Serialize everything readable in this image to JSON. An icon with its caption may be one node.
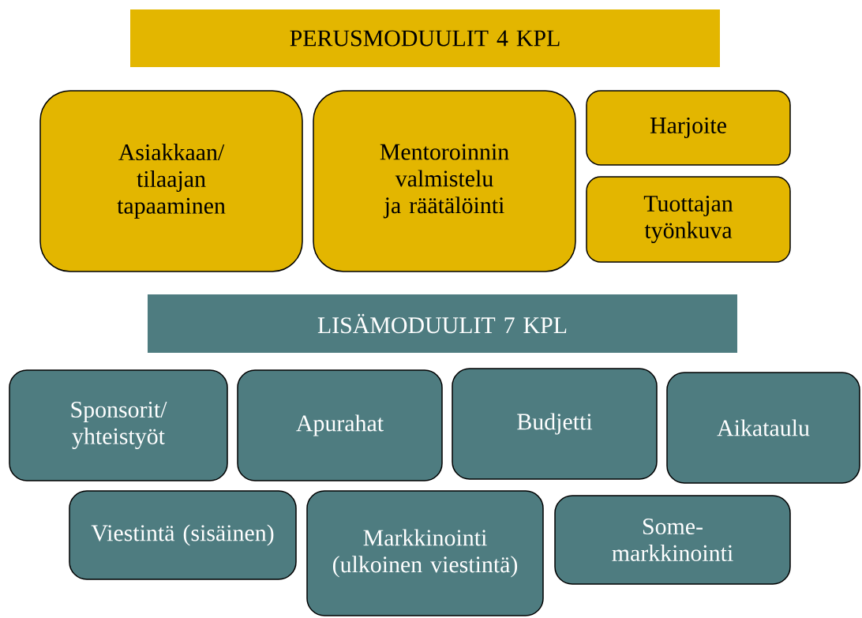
{
  "diagram": {
    "nodes": [
      {
        "text": [
          "PERUSMODUULIT 4 KPL"
        ]
      },
      {
        "text": [
          "Asiakkaan/ tilaajan tapaaminen"
        ]
      },
      {
        "text": [
          "Mentoroinnin valmistelu ja räätälöinti"
        ]
      },
      {
        "text": [
          "Harjoite"
        ]
      },
      {
        "text": [
          "Tuottajan työnkuva"
        ]
      },
      {
        "text": [
          "LISÄMODUULIT 7 KPL"
        ]
      },
      {
        "text": [
          "Sponsorit/ yhteistyöt"
        ]
      },
      {
        "text": [
          "Apurahat"
        ]
      },
      {
        "text": [
          "Budjetti"
        ]
      },
      {
        "text": [
          "Aikataulu"
        ]
      },
      {
        "text": [
          "Viestintä (sisäinen)"
        ]
      },
      {
        "text": [
          "Markkinointi (ulkoinen viestintä)"
        ]
      },
      {
        "text": [
          "Some-markkinointi"
        ]
      }
    ]
  }
}
